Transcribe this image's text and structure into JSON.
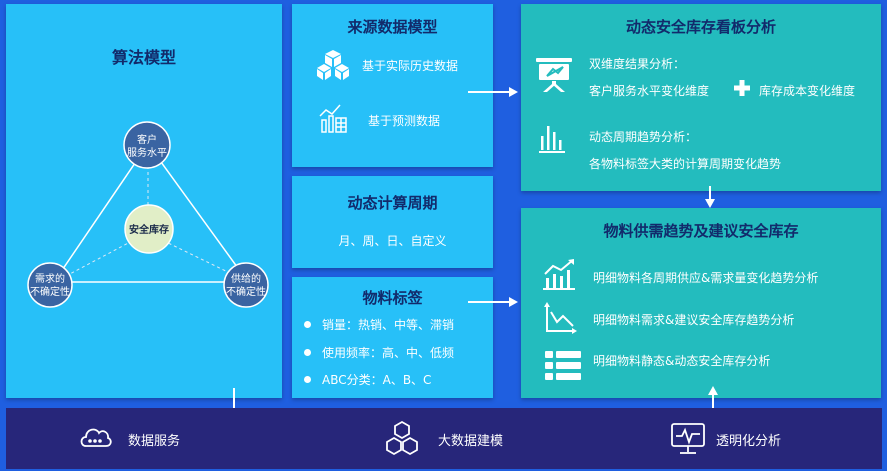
{
  "algo": {
    "title": "算法模型",
    "node_top": [
      "客户",
      "服务水平"
    ],
    "node_center": "安全库存",
    "node_left": [
      "需求的",
      "不确定性"
    ],
    "node_right": [
      "供给的",
      "不确定性"
    ]
  },
  "source": {
    "title": "来源数据模型",
    "items": [
      {
        "icon": "cubes-icon",
        "label": "基于实际历史数据"
      },
      {
        "icon": "forecast-chart-icon",
        "label": "基于预测数据"
      }
    ]
  },
  "cycle": {
    "title": "动态计算周期",
    "text": "月、周、日、自定义"
  },
  "tags": {
    "title": "物料标签",
    "items": [
      "销量：热销、中等、滞销",
      "使用频率：高、中、低频",
      "ABC分类：A、B、C"
    ]
  },
  "board": {
    "title": "动态安全库存看板分析",
    "section1_title": "双维度结果分析：",
    "section1_left": "客户服务水平变化维度",
    "section1_right": "库存成本变化维度",
    "section2_title": "动态周期趋势分析：",
    "section2_text": "各物料标签大类的计算周期变化趋势"
  },
  "trend": {
    "title": "物料供需趋势及建议安全库存",
    "items": [
      {
        "icon": "trend-up-chart-icon",
        "label": "明细物料各周期供应&需求量变化趋势分析"
      },
      {
        "icon": "line-chart-icon",
        "label": "明细物料需求&建议安全库存趋势分析"
      },
      {
        "icon": "list-table-icon",
        "label": "明细物料静态&动态安全库存分析"
      }
    ]
  },
  "footer": {
    "items": [
      {
        "icon": "cloud-icon",
        "label": "数据服务"
      },
      {
        "icon": "hexagons-icon",
        "label": "大数据建模"
      },
      {
        "icon": "monitor-icon",
        "label": "透明化分析"
      }
    ]
  }
}
